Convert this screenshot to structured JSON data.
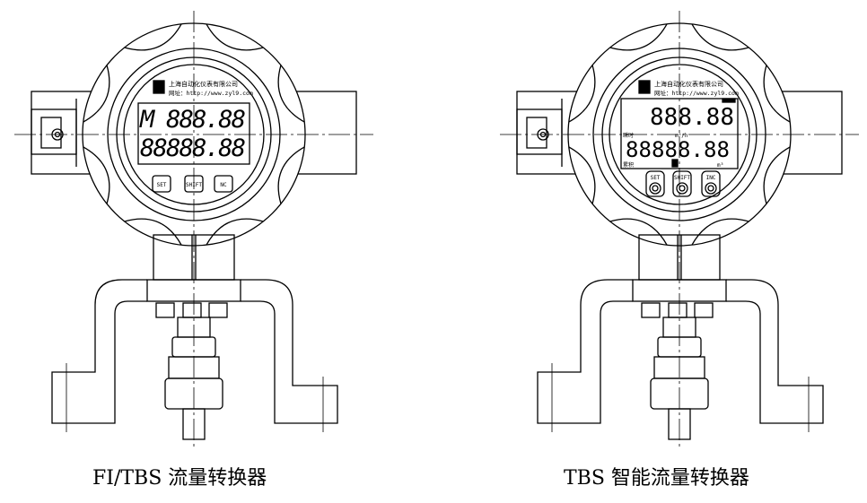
{
  "instruments": [
    {
      "caption": "FI/TBS 流量转换器",
      "company": "上海自动化仪表有限公司",
      "website": "网址：http://www.zyl9.com",
      "display_top": "M 888.88",
      "display_bottom": "88888.88",
      "buttons": [
        "SET",
        "SHIFT",
        "NC"
      ]
    },
    {
      "caption": "TBS 智能流量转换器",
      "company": "上海自动化仪表有限公司",
      "website": "网址：http://www.zyl9.com",
      "display_top": "888.88",
      "display_bottom": "88888.88",
      "unit_rate": "m³/h",
      "unit_total": "m³",
      "label_rate": "瞬时",
      "label_total": "累积",
      "buttons": [
        "SET",
        "SHIFT",
        "INC"
      ]
    }
  ]
}
